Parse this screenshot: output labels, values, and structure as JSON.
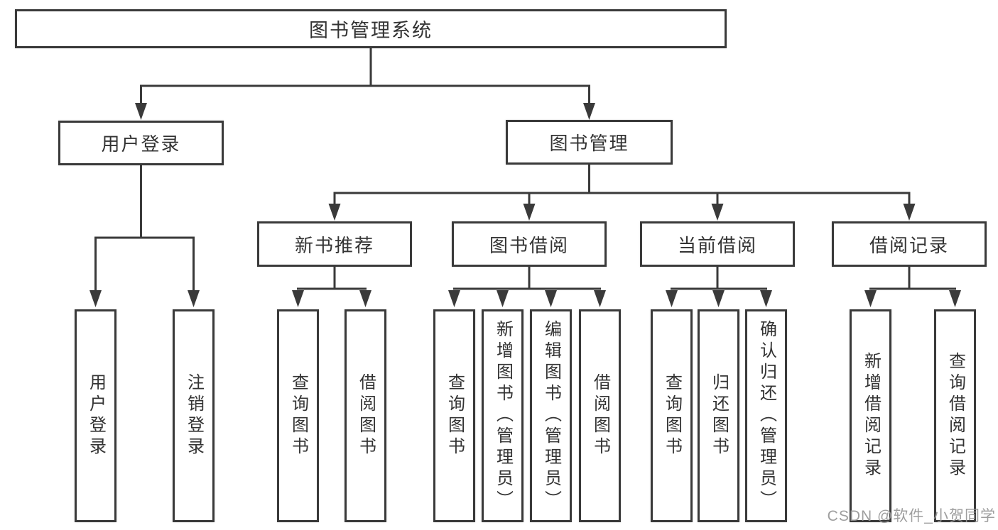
{
  "colors": {
    "line": "#3a3a3a",
    "text": "#333333",
    "watermark": "#969696",
    "background": "#ffffff"
  },
  "diagram": {
    "title": "图书管理系统",
    "level2": {
      "user_login": "用户登录",
      "book_mgmt": "图书管理"
    },
    "level3": {
      "new_books": "新书推荐",
      "book_borrow": "图书借阅",
      "current_borrow": "当前借阅",
      "borrow_records": "借阅记录"
    },
    "leaves": {
      "user_login": [
        "用户登录",
        "注销登录"
      ],
      "new_books": [
        "查询图书",
        "借阅图书"
      ],
      "book_borrow": [
        "查询图书",
        "新增图书（管理员）",
        "编辑图书（管理员）",
        "借阅图书"
      ],
      "current_borrow": [
        "查询图书",
        "归还图书",
        "确认归还（管理员）"
      ],
      "borrow_records": [
        "新增借阅记录",
        "查询借阅记录"
      ]
    }
  },
  "watermark": "CSDN @软件_小贺同学"
}
